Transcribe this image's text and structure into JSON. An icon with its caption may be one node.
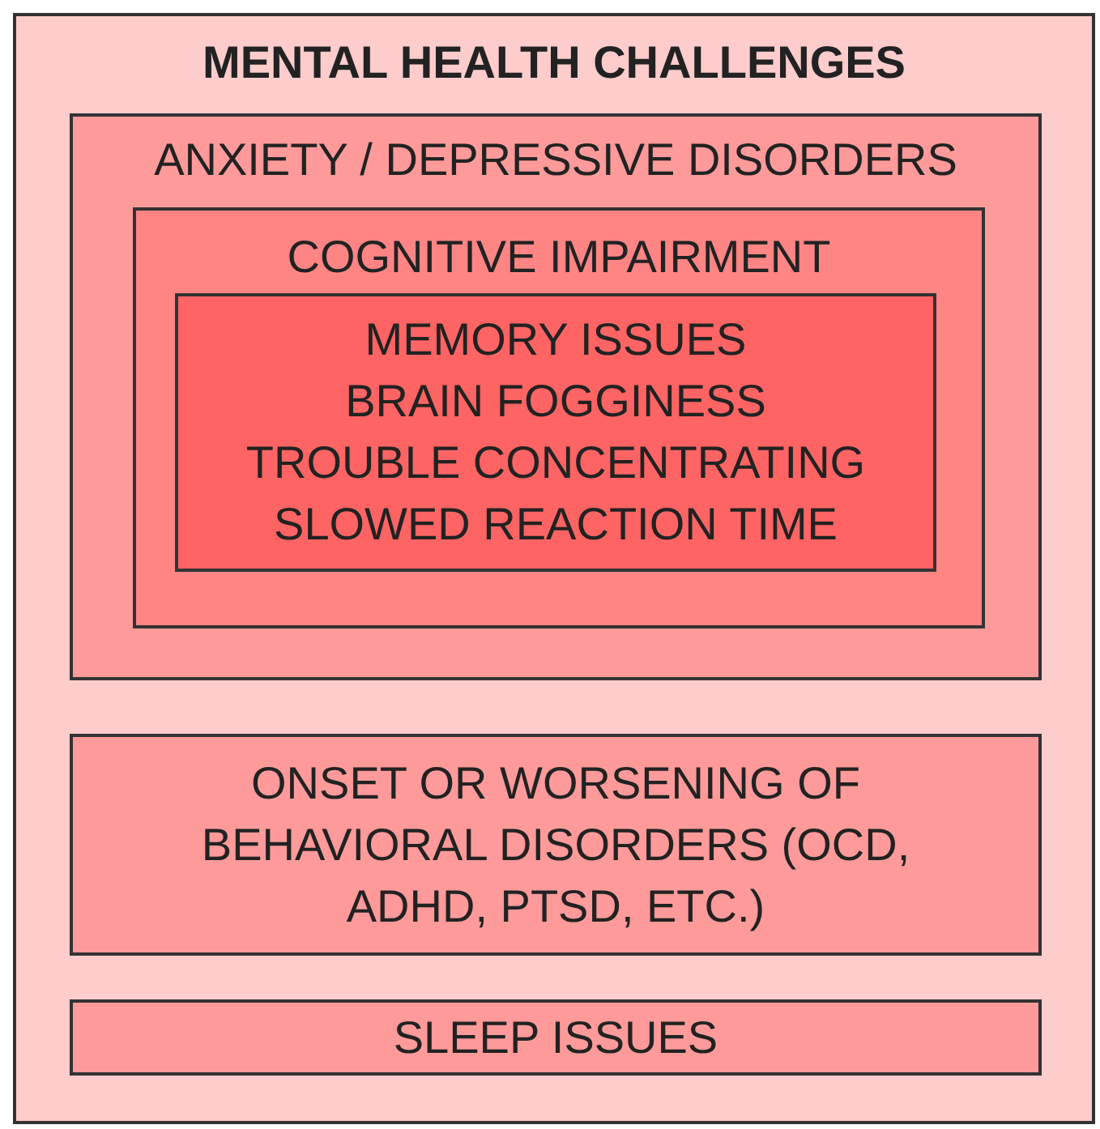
{
  "diagram": {
    "nodes": [
      {
        "text": [
          "MENTAL HEALTH CHALLENGES"
        ]
      },
      {
        "text": [
          "ANXIETY / DEPRESSIVE DISORDERS"
        ],
        "in": 0
      },
      {
        "text": [
          "COGNITIVE IMPAIRMENT"
        ],
        "in": 1
      },
      {
        "text": [
          "MEMORY ISSUES",
          "BRAIN FOGGINESS",
          "TROUBLE CONCENTRATING",
          "SLOWED REACTION TIME"
        ],
        "in": 2
      },
      {
        "text": [
          "ONSET OR WORSENING OF BEHAVIORAL DISORDERS (OCD, ADHD, PTSD, ETC.)"
        ],
        "in": 0
      },
      {
        "text": [
          "SLEEP ISSUES"
        ],
        "in": 0
      }
    ],
    "edges": []
  }
}
